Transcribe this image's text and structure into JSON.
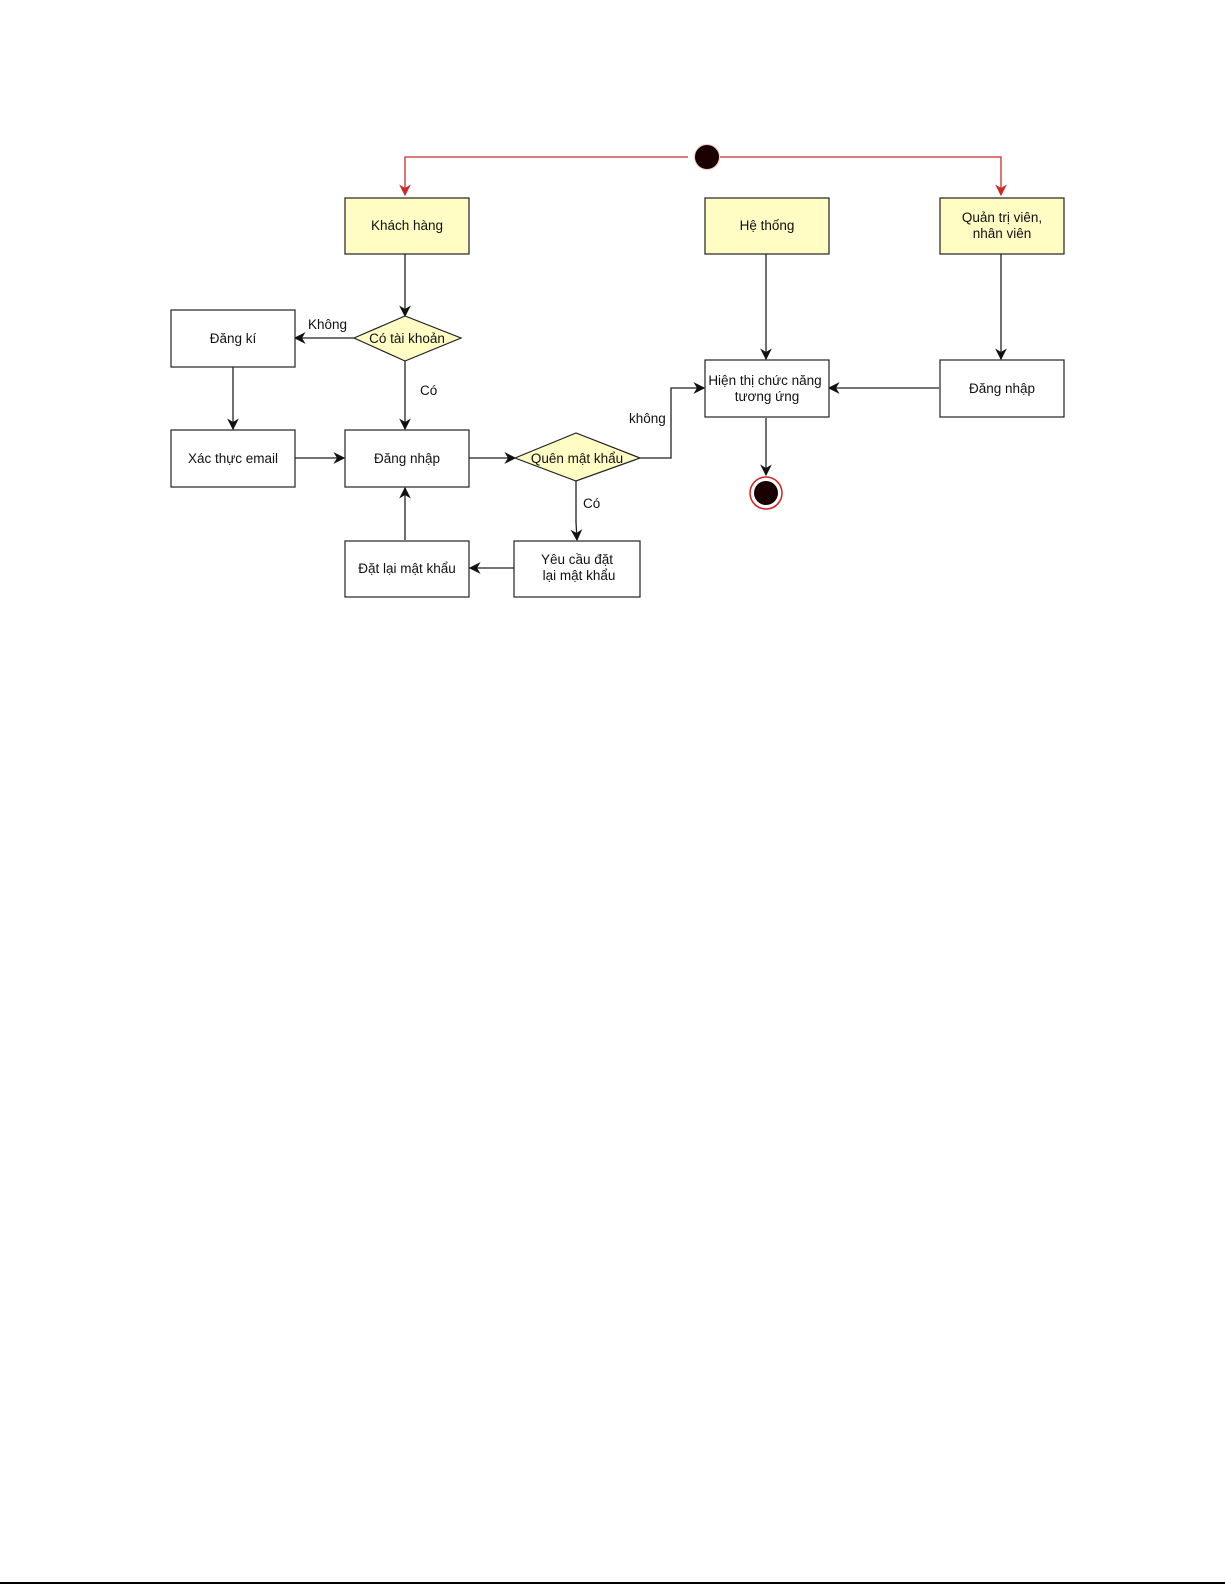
{
  "diagram": {
    "type": "activity",
    "colors": {
      "swimlane_fill": "#fffcc4",
      "decision_fill": "#fffcc4",
      "action_fill": "#ffffff",
      "initial_edge": "#cc2a2a",
      "edge": "#222222",
      "node_fill_dark": "#1a0000",
      "final_ring": "#d42020"
    },
    "nodes": {
      "start": {
        "kind": "initial"
      },
      "khach_hang": {
        "kind": "actor",
        "label": "Khách hàng"
      },
      "he_thong": {
        "kind": "actor",
        "label": "Hệ thống"
      },
      "quan_tri": {
        "kind": "actor",
        "lines": [
          "Quản trị viên,",
          "nhân viên"
        ]
      },
      "co_tai_khoan": {
        "kind": "decision",
        "label": "Có tài khoản"
      },
      "dang_ki": {
        "kind": "action",
        "label": "Đăng kí"
      },
      "xac_thuc_email": {
        "kind": "action",
        "label": "Xác thực email"
      },
      "dang_nhap_kh": {
        "kind": "action",
        "label": "Đăng nhập"
      },
      "quen_mat_khau": {
        "kind": "decision",
        "label": "Quên mật khẩu"
      },
      "yeu_cau_dat_lai": {
        "kind": "action",
        "lines": [
          "Yêu cầu đặt",
          "lại mật khẩu"
        ]
      },
      "dat_lai_mat_khau": {
        "kind": "action",
        "label": "Đặt lại mật khẩu"
      },
      "hien_thi": {
        "kind": "action",
        "lines": [
          "Hiện thị chức năng",
          "tương ứng"
        ]
      },
      "dang_nhap_qt": {
        "kind": "action",
        "label": "Đăng nhập"
      },
      "end": {
        "kind": "final"
      }
    },
    "edges": [
      {
        "from": "start",
        "to": "khach_hang"
      },
      {
        "from": "start",
        "to": "quan_tri"
      },
      {
        "from": "khach_hang",
        "to": "co_tai_khoan"
      },
      {
        "from": "co_tai_khoan",
        "to": "dang_ki",
        "label": "Không"
      },
      {
        "from": "co_tai_khoan",
        "to": "dang_nhap_kh",
        "label": "Có"
      },
      {
        "from": "dang_ki",
        "to": "xac_thuc_email"
      },
      {
        "from": "xac_thuc_email",
        "to": "dang_nhap_kh"
      },
      {
        "from": "dang_nhap_kh",
        "to": "quen_mat_khau"
      },
      {
        "from": "quen_mat_khau",
        "to": "hien_thi",
        "label": "không"
      },
      {
        "from": "quen_mat_khau",
        "to": "yeu_cau_dat_lai",
        "label": "Có"
      },
      {
        "from": "yeu_cau_dat_lai",
        "to": "dat_lai_mat_khau"
      },
      {
        "from": "dat_lai_mat_khau",
        "to": "dang_nhap_kh"
      },
      {
        "from": "he_thong",
        "to": "hien_thi"
      },
      {
        "from": "quan_tri",
        "to": "dang_nhap_qt"
      },
      {
        "from": "dang_nhap_qt",
        "to": "hien_thi"
      },
      {
        "from": "hien_thi",
        "to": "end"
      }
    ]
  }
}
